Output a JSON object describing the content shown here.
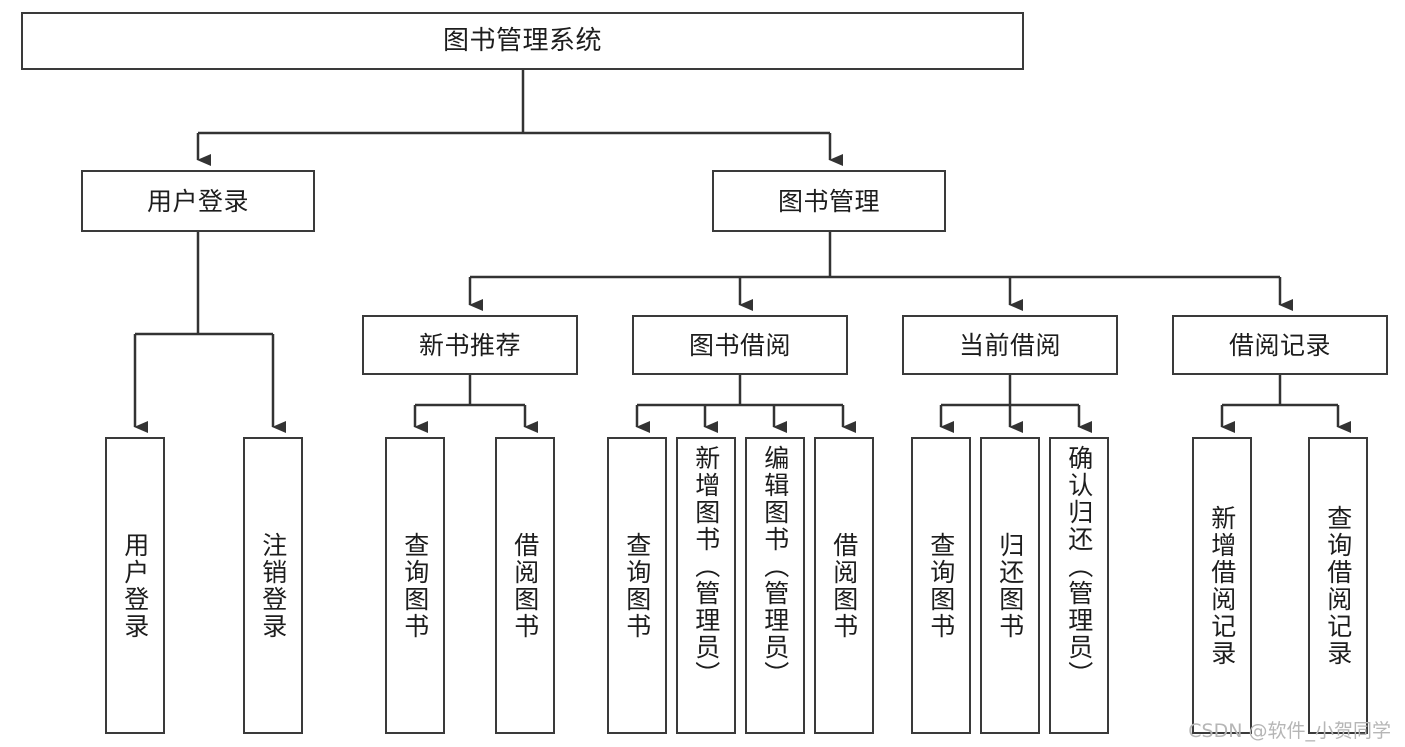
{
  "diagram": {
    "title": "图书管理系统",
    "type": "tree",
    "root": {
      "label": "图书管理系统"
    },
    "level2": [
      {
        "label": "用户登录"
      },
      {
        "label": "图书管理"
      }
    ],
    "level3": [
      {
        "label": "新书推荐"
      },
      {
        "label": "图书借阅"
      },
      {
        "label": "当前借阅"
      },
      {
        "label": "借阅记录"
      }
    ],
    "leaves": {
      "user_login": [
        {
          "label": "用户登录"
        },
        {
          "label": "注销登录"
        }
      ],
      "new_book_recommend": [
        {
          "label": "查询图书"
        },
        {
          "label": "借阅图书"
        }
      ],
      "book_borrow": [
        {
          "label": "查询图书"
        },
        {
          "label": "新增图书（管理员）"
        },
        {
          "label": "编辑图书（管理员）"
        },
        {
          "label": "借阅图书"
        }
      ],
      "current_borrow": [
        {
          "label": "查询图书"
        },
        {
          "label": "归还图书"
        },
        {
          "label": "确认归还（管理员）"
        }
      ],
      "borrow_record": [
        {
          "label": "新增借阅记录"
        },
        {
          "label": "查询借阅记录"
        }
      ]
    }
  },
  "watermark": {
    "text": "CSDN @软件_小贺同学"
  },
  "colors": {
    "box_border": "#3a3a3a",
    "box_fill": "#ffffff",
    "text": "#1d1d1d",
    "connector": "#333333",
    "watermark": "#b6b6b6"
  }
}
